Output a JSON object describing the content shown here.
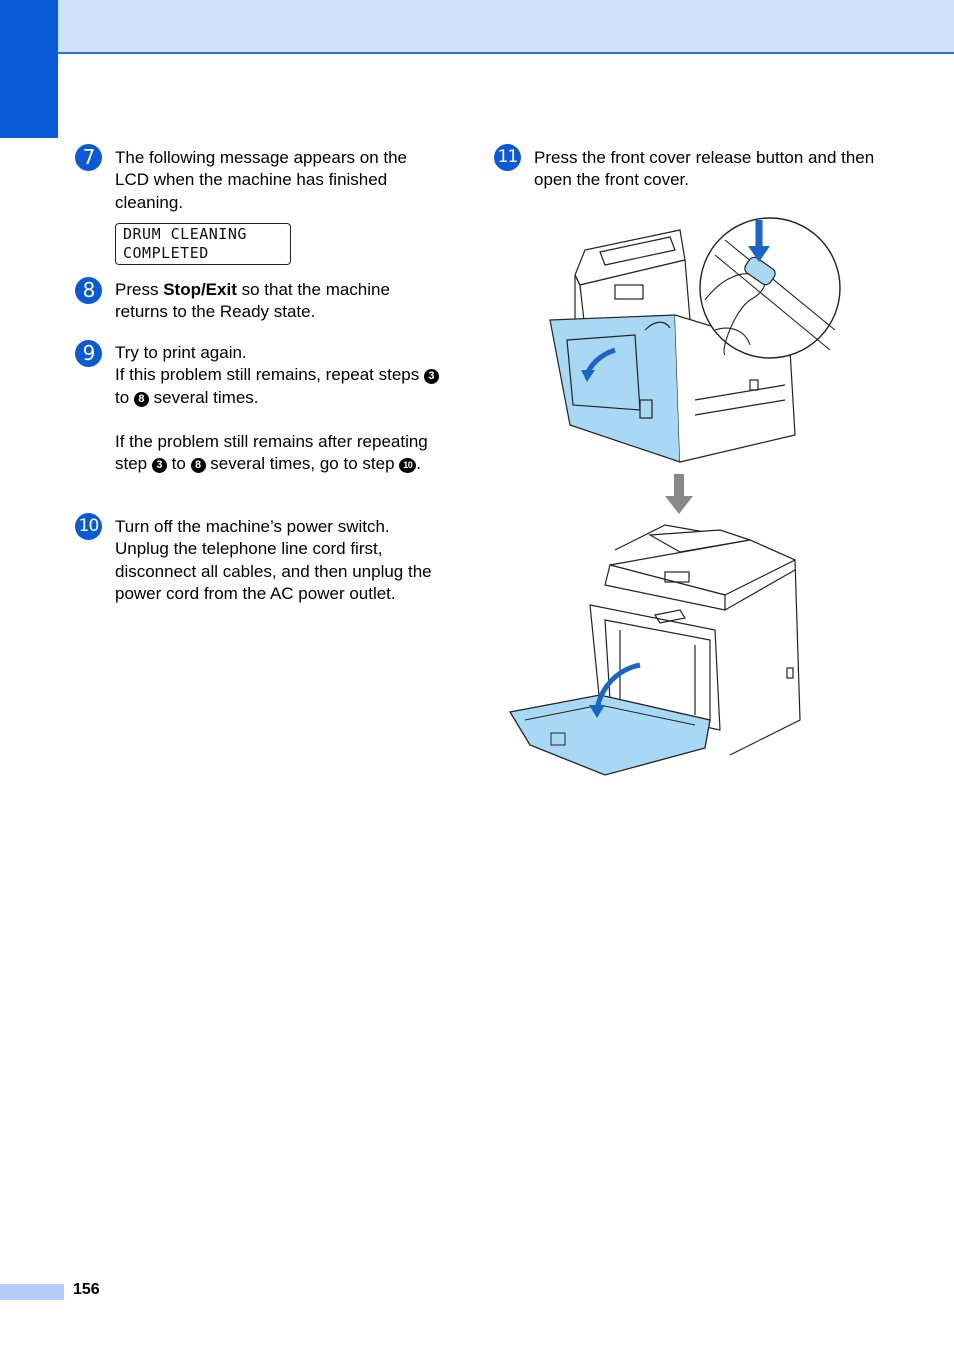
{
  "steps": {
    "s7": {
      "number": "7",
      "text": "The following message appears on the LCD when the machine has finished cleaning.",
      "lcd_line1": "DRUM CLEANING",
      "lcd_line2": "COMPLETED"
    },
    "s8": {
      "number": "8",
      "pre": "Press ",
      "bold": "Stop/Exit",
      "post": " so that the machine returns to the Ready state."
    },
    "s9": {
      "number": "9",
      "line1": "Try to print again.",
      "line2_pre": "If this problem still remains, repeat steps",
      "ref_a": "3",
      "to": "to",
      "ref_b": "8",
      "line2_post": "several times.",
      "para2_pre": "If the problem still remains after repeating step",
      "para2_ref_a": "3",
      "para2_to": "to",
      "para2_ref_b": "8",
      "para2_mid": "several times, go to step",
      "para2_ref_c": "10",
      "para2_end": "."
    },
    "s10": {
      "number": "10",
      "text": "Turn off the machine’s power switch. Unplug the telephone line cord first, disconnect all cables, and then unplug the power cord from the AC power outlet."
    },
    "s11": {
      "number": "11",
      "text": "Press the front cover release button and then open the front cover."
    }
  },
  "illustrations": {
    "top": "printer-front-cover-release-icon",
    "bottom": "printer-front-cover-open-icon",
    "arrow": "down-arrow-icon",
    "accent_color": "#a9d8f5"
  },
  "footer": {
    "page_number": "156"
  },
  "colors": {
    "brand_blue": "#0a5ad6",
    "header_band": "#cfe0fb",
    "footer_tab": "#b4cdf7"
  }
}
